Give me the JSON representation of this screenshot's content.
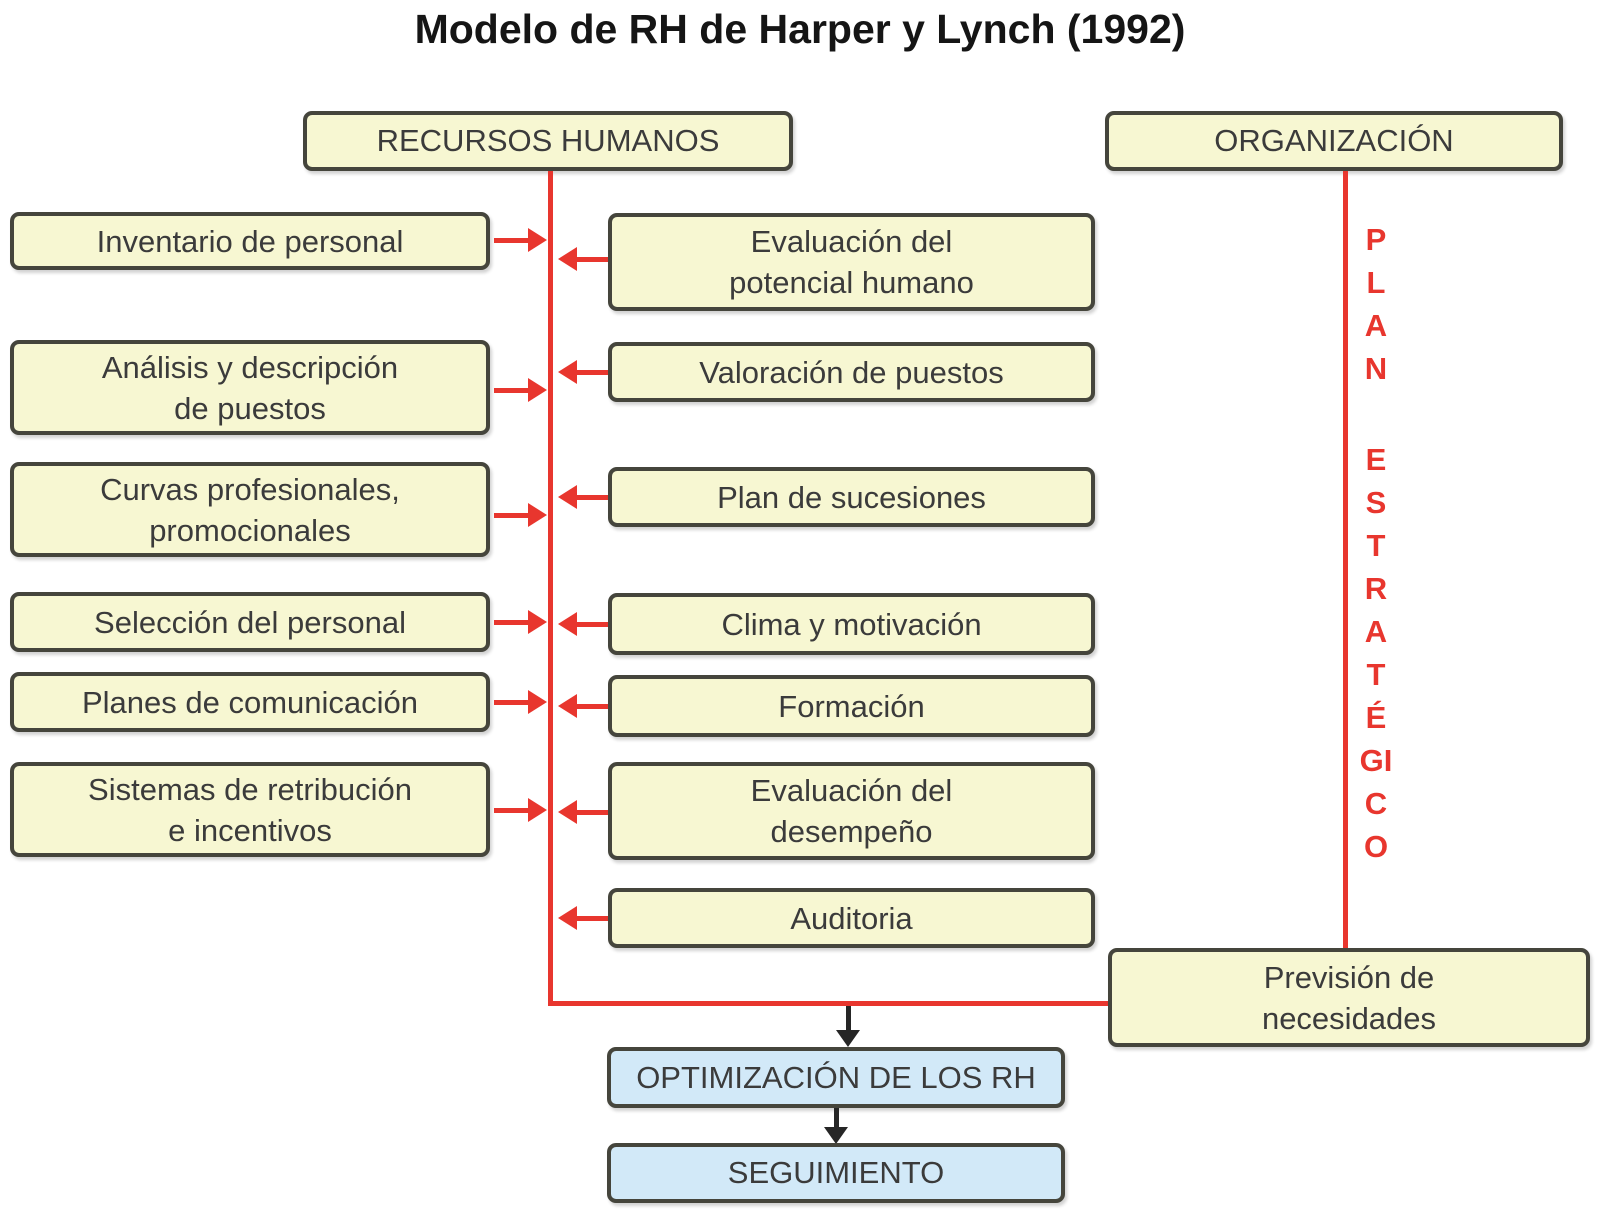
{
  "title": "Modelo de RH de Harper y Lynch (1992)",
  "colors": {
    "box_fill_yellow": "#f7f7d2",
    "box_fill_blue": "#d2e9f8",
    "box_border": "#45453c",
    "accent_red": "#e8362e",
    "text": "#3b3b3b",
    "arrow_black": "#262626"
  },
  "headers": {
    "recursos_humanos": "RECURSOS HUMANOS",
    "organizacion": "ORGANIZACIÓN"
  },
  "left_boxes": [
    {
      "label": "Inventario de personal"
    },
    {
      "label": "Análisis y descripción\nde puestos"
    },
    {
      "label": "Curvas profesionales,\npromocionales"
    },
    {
      "label": "Selección del personal"
    },
    {
      "label": "Planes de comunicación"
    },
    {
      "label": "Sistemas de retribución\ne incentivos"
    }
  ],
  "middle_boxes": [
    {
      "label": "Evaluación del\npotencial humano"
    },
    {
      "label": "Valoración de puestos"
    },
    {
      "label": "Plan de sucesiones"
    },
    {
      "label": "Clima y motivación"
    },
    {
      "label": "Formación"
    },
    {
      "label": "Evaluación del\ndesempeño"
    },
    {
      "label": "Auditoria"
    }
  ],
  "plan_estrategico": {
    "word1": "PLAN",
    "word2": "ESTRATÉGICO"
  },
  "prevision": {
    "label": "Previsión de\nnecesidades"
  },
  "flow_boxes": [
    {
      "label": "OPTIMIZACIÓN DE LOS RH"
    },
    {
      "label": "SEGUIMIENTO"
    }
  ]
}
